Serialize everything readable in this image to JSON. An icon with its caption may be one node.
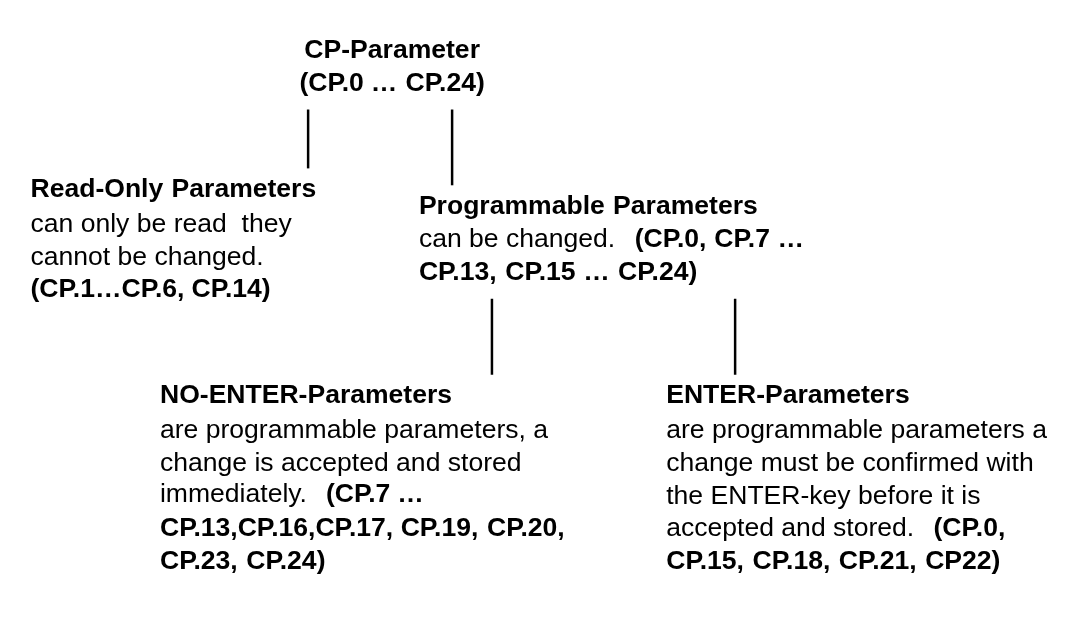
{
  "diagram": {
    "nodes": [
      {
        "text": [
          "CP-Parameter (CP.0 … CP.24)"
        ]
      },
      {
        "text": [
          "Read-Only Parameters",
          "can only be read  they cannot be changed. **(CP.1…CP.6, CP.14)**"
        ]
      },
      {
        "text": [
          "Programmable Parameters",
          "can be changed. **(CP.0, CP.7 … CP.13, CP.15 … CP.24)**"
        ]
      },
      {
        "text": [
          "NO-ENTER-Parameters",
          "are programmable parameters, a change is accepted and stored immediately. **(CP.7 … CP.13,CP.16,CP.17, CP.19, CP.20, CP.23, CP.24)**"
        ]
      },
      {
        "text": [
          "ENTER-Parameters",
          "are programmable parameters a change must be confirmed with the ENTER-key before it is accepted and stored. **(CP.0, CP.15, CP.18, CP.21, CP22)**"
        ]
      }
    ],
    "edges": [
      {
        "from": 0,
        "to": 1,
        "arrow": "none"
      },
      {
        "from": 0,
        "to": 2,
        "arrow": "none"
      },
      {
        "from": 2,
        "to": 3,
        "arrow": "none"
      },
      {
        "from": 2,
        "to": 4,
        "arrow": "none"
      }
    ]
  }
}
